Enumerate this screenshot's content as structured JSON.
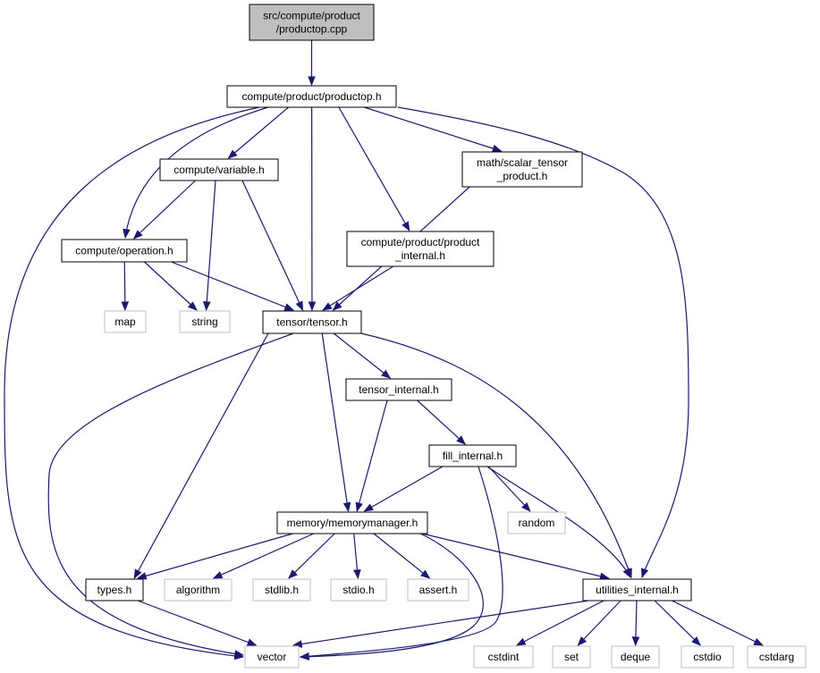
{
  "colors": {
    "edge": "#191970",
    "node_border": "#000000",
    "root_fill": "#bfbfbf",
    "system_border": "#bfbfbf",
    "node_fill": "#ffffff"
  },
  "nodes": [
    {
      "id": "root",
      "lines": [
        "src/compute/product",
        "/productop.cpp"
      ],
      "kind": "root"
    },
    {
      "id": "productop_h",
      "lines": [
        "compute/product/productop.h"
      ],
      "kind": "project"
    },
    {
      "id": "variable_h",
      "lines": [
        "compute/variable.h"
      ],
      "kind": "project"
    },
    {
      "id": "scalar_tensor_product_h",
      "lines": [
        "math/scalar_tensor",
        "_product.h"
      ],
      "kind": "project"
    },
    {
      "id": "operation_h",
      "lines": [
        "compute/operation.h"
      ],
      "kind": "project"
    },
    {
      "id": "product_internal_h",
      "lines": [
        "compute/product/product",
        "_internal.h"
      ],
      "kind": "project"
    },
    {
      "id": "map",
      "lines": [
        "map"
      ],
      "kind": "system"
    },
    {
      "id": "string",
      "lines": [
        "string"
      ],
      "kind": "system"
    },
    {
      "id": "tensor_h",
      "lines": [
        "tensor/tensor.h"
      ],
      "kind": "project"
    },
    {
      "id": "tensor_internal_h",
      "lines": [
        "tensor_internal.h"
      ],
      "kind": "project"
    },
    {
      "id": "fill_internal_h",
      "lines": [
        "fill_internal.h"
      ],
      "kind": "project"
    },
    {
      "id": "random",
      "lines": [
        "random"
      ],
      "kind": "system"
    },
    {
      "id": "memorymanager_h",
      "lines": [
        "memory/memorymanager.h"
      ],
      "kind": "project"
    },
    {
      "id": "types_h",
      "lines": [
        "types.h"
      ],
      "kind": "project"
    },
    {
      "id": "algorithm",
      "lines": [
        "algorithm"
      ],
      "kind": "system"
    },
    {
      "id": "stdlib_h",
      "lines": [
        "stdlib.h"
      ],
      "kind": "system"
    },
    {
      "id": "stdio_h",
      "lines": [
        "stdio.h"
      ],
      "kind": "system"
    },
    {
      "id": "assert_h",
      "lines": [
        "assert.h"
      ],
      "kind": "system"
    },
    {
      "id": "utilities_internal_h",
      "lines": [
        "utilities_internal.h"
      ],
      "kind": "project"
    },
    {
      "id": "vector",
      "lines": [
        "vector"
      ],
      "kind": "system"
    },
    {
      "id": "cstdint",
      "lines": [
        "cstdint"
      ],
      "kind": "system"
    },
    {
      "id": "set",
      "lines": [
        "set"
      ],
      "kind": "system"
    },
    {
      "id": "deque",
      "lines": [
        "deque"
      ],
      "kind": "system"
    },
    {
      "id": "cstdio",
      "lines": [
        "cstdio"
      ],
      "kind": "system"
    },
    {
      "id": "cstdarg",
      "lines": [
        "cstdarg"
      ],
      "kind": "system"
    }
  ],
  "edges": [
    {
      "from": "root",
      "to": "productop_h"
    },
    {
      "from": "productop_h",
      "to": "vector"
    },
    {
      "from": "productop_h",
      "to": "operation_h"
    },
    {
      "from": "productop_h",
      "to": "variable_h"
    },
    {
      "from": "productop_h",
      "to": "tensor_h"
    },
    {
      "from": "productop_h",
      "to": "product_internal_h"
    },
    {
      "from": "productop_h",
      "to": "scalar_tensor_product_h"
    },
    {
      "from": "productop_h",
      "to": "utilities_internal_h"
    },
    {
      "from": "variable_h",
      "to": "operation_h"
    },
    {
      "from": "variable_h",
      "to": "string"
    },
    {
      "from": "variable_h",
      "to": "tensor_h"
    },
    {
      "from": "scalar_tensor_product_h",
      "to": "tensor_h"
    },
    {
      "from": "operation_h",
      "to": "map"
    },
    {
      "from": "operation_h",
      "to": "string"
    },
    {
      "from": "operation_h",
      "to": "tensor_h"
    },
    {
      "from": "product_internal_h",
      "to": "tensor_h"
    },
    {
      "from": "tensor_h",
      "to": "vector"
    },
    {
      "from": "tensor_h",
      "to": "types_h"
    },
    {
      "from": "tensor_h",
      "to": "memorymanager_h"
    },
    {
      "from": "tensor_h",
      "to": "tensor_internal_h"
    },
    {
      "from": "tensor_h",
      "to": "utilities_internal_h"
    },
    {
      "from": "tensor_internal_h",
      "to": "memorymanager_h"
    },
    {
      "from": "tensor_internal_h",
      "to": "fill_internal_h"
    },
    {
      "from": "fill_internal_h",
      "to": "memorymanager_h"
    },
    {
      "from": "fill_internal_h",
      "to": "vector"
    },
    {
      "from": "fill_internal_h",
      "to": "random"
    },
    {
      "from": "fill_internal_h",
      "to": "utilities_internal_h"
    },
    {
      "from": "memorymanager_h",
      "to": "types_h"
    },
    {
      "from": "memorymanager_h",
      "to": "algorithm"
    },
    {
      "from": "memorymanager_h",
      "to": "stdlib_h"
    },
    {
      "from": "memorymanager_h",
      "to": "stdio_h"
    },
    {
      "from": "memorymanager_h",
      "to": "assert_h"
    },
    {
      "from": "memorymanager_h",
      "to": "vector"
    },
    {
      "from": "memorymanager_h",
      "to": "utilities_internal_h"
    },
    {
      "from": "types_h",
      "to": "vector"
    },
    {
      "from": "utilities_internal_h",
      "to": "vector"
    },
    {
      "from": "utilities_internal_h",
      "to": "cstdint"
    },
    {
      "from": "utilities_internal_h",
      "to": "set"
    },
    {
      "from": "utilities_internal_h",
      "to": "deque"
    },
    {
      "from": "utilities_internal_h",
      "to": "cstdio"
    },
    {
      "from": "utilities_internal_h",
      "to": "cstdarg"
    }
  ]
}
